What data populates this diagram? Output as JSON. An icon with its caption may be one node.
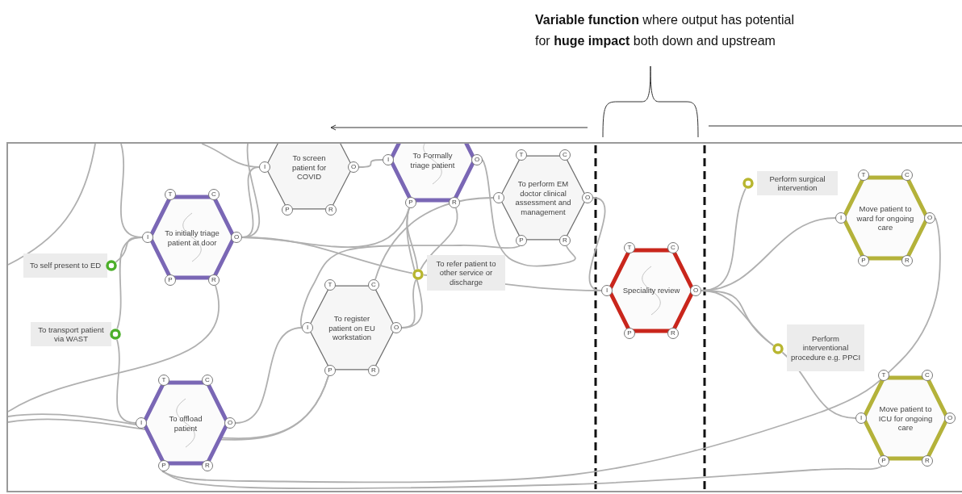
{
  "diagram": {
    "nodes": [
      {
        "text": [
          "To screen patient for COVID"
        ]
      },
      {
        "text": [
          "I"
        ]
      },
      {
        "text": [
          "O"
        ]
      },
      {
        "text": [
          "P"
        ]
      },
      {
        "text": [
          "R"
        ]
      },
      {
        "text": [
          "To Formally triage patient"
        ]
      },
      {
        "text": [
          "I"
        ]
      },
      {
        "text": [
          "O"
        ]
      },
      {
        "text": [
          "P"
        ]
      },
      {
        "text": [
          "R"
        ]
      },
      {
        "text": [
          "To perform EM doctor clinical assessment and management"
        ]
      },
      {
        "text": [
          "T"
        ]
      },
      {
        "text": [
          "C"
        ]
      },
      {
        "text": [
          "I"
        ]
      },
      {
        "text": [
          "O"
        ]
      },
      {
        "text": [
          "P"
        ]
      },
      {
        "text": [
          "R"
        ]
      },
      {
        "text": [
          "Perform surgical intervention"
        ]
      },
      {
        "text": [
          "Move patient to ward for ongoing care"
        ]
      },
      {
        "text": [
          "T"
        ]
      },
      {
        "text": [
          "C"
        ]
      },
      {
        "text": [
          "I"
        ]
      },
      {
        "text": [
          "O"
        ]
      },
      {
        "text": [
          "P"
        ]
      },
      {
        "text": [
          "R"
        ]
      },
      {
        "text": [
          "To initially triage patient at door"
        ]
      },
      {
        "text": [
          "T"
        ]
      },
      {
        "text": [
          "C"
        ]
      },
      {
        "text": [
          "I"
        ]
      },
      {
        "text": [
          "O"
        ]
      },
      {
        "text": [
          "P"
        ]
      },
      {
        "text": [
          "R"
        ]
      },
      {
        "text": [
          "To self present to ED"
        ]
      },
      {
        "text": [
          "To refer patient to other service or discharge"
        ]
      },
      {
        "text": [
          "Speciality review"
        ]
      },
      {
        "text": [
          "T"
        ]
      },
      {
        "text": [
          "C"
        ]
      },
      {
        "text": [
          "I"
        ]
      },
      {
        "text": [
          "O"
        ]
      },
      {
        "text": [
          "P"
        ]
      },
      {
        "text": [
          "R"
        ]
      },
      {
        "text": [
          "To register patient on EU workstation"
        ]
      },
      {
        "text": [
          "T"
        ]
      },
      {
        "text": [
          "C"
        ]
      },
      {
        "text": [
          "I"
        ]
      },
      {
        "text": [
          "O"
        ]
      },
      {
        "text": [
          "P"
        ]
      },
      {
        "text": [
          "R"
        ]
      },
      {
        "text": [
          "To transport patient via WAST"
        ]
      },
      {
        "text": [
          "Perform interventional procedure e.g. PPCI"
        ]
      },
      {
        "text": [
          "To offload patient"
        ]
      },
      {
        "text": [
          "T"
        ]
      },
      {
        "text": [
          "C"
        ]
      },
      {
        "text": [
          "I"
        ]
      },
      {
        "text": [
          "O"
        ]
      },
      {
        "text": [
          "P"
        ]
      },
      {
        "text": [
          "R"
        ]
      },
      {
        "text": [
          "Move patient to ICU for ongoing care"
        ]
      },
      {
        "text": [
          "T"
        ]
      },
      {
        "text": [
          "C"
        ]
      },
      {
        "text": [
          "I"
        ]
      },
      {
        "text": [
          "O"
        ]
      },
      {
        "text": [
          "P"
        ]
      },
      {
        "text": [
          "R"
        ]
      }
    ],
    "edges": [
      {
        "from": 32,
        "to": 28,
        "arrow": "none"
      },
      {
        "from": 48,
        "to": 28,
        "arrow": "none"
      },
      {
        "from": 48,
        "to": 53,
        "arrow": "none"
      },
      {
        "from": 29,
        "to": 1,
        "arrow": "none"
      },
      {
        "from": 29,
        "to": 33,
        "arrow": "none"
      },
      {
        "from": 29,
        "to": 8,
        "arrow": "none"
      },
      {
        "from": 2,
        "to": 6,
        "arrow": "none"
      },
      {
        "from": 8,
        "to": 33,
        "arrow": "none"
      },
      {
        "from": 9,
        "to": 33,
        "arrow": "none"
      },
      {
        "from": 7,
        "to": 16,
        "arrow": "none"
      },
      {
        "from": 14,
        "to": 37,
        "arrow": "none"
      },
      {
        "from": 33,
        "to": 37,
        "arrow": "none"
      },
      {
        "from": 45,
        "to": 33,
        "arrow": "none"
      },
      {
        "from": 43,
        "to": 13,
        "arrow": "none"
      },
      {
        "from": 45,
        "to": 8,
        "arrow": "none"
      },
      {
        "from": 15,
        "to": 44,
        "arrow": "none"
      },
      {
        "from": 54,
        "to": 44,
        "arrow": "none"
      },
      {
        "from": 38,
        "to": 17,
        "arrow": "none"
      },
      {
        "from": 38,
        "to": 21,
        "arrow": "none"
      },
      {
        "from": 38,
        "to": 49,
        "arrow": "none"
      },
      {
        "from": 38,
        "to": 49,
        "arrow": "none"
      },
      {
        "from": 49,
        "to": 60,
        "arrow": "none"
      },
      {
        "from": 22,
        "to": 55,
        "arrow": "none"
      },
      {
        "from": 55,
        "to": 62,
        "arrow": "none"
      },
      {
        "from": null,
        "to": 28,
        "arrow": "none"
      },
      {
        "from": null,
        "to": 1,
        "arrow": "none"
      },
      {
        "from": null,
        "to": 29,
        "arrow": "none"
      },
      {
        "from": 31,
        "to": null,
        "arrow": "none"
      },
      {
        "from": 46,
        "to": null,
        "arrow": "none"
      },
      {
        "from": 46,
        "to": null,
        "arrow": "none"
      }
    ],
    "labels": [
      "**Variable function** where output has potential for **huge impact** both down and upstream"
    ]
  }
}
